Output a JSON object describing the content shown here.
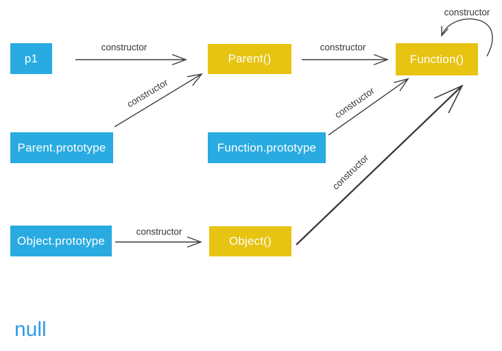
{
  "diagram": {
    "subject": "JavaScript prototype chain constructor diagram",
    "colors": {
      "node_blue": "#29ABE2",
      "node_yellow": "#E7C312",
      "arrow": "#3E3A39",
      "edge_label_text": "#3A3634",
      "null_text": "#2E9BE5",
      "node_text": "#FFFFFF",
      "background": "#FFFFFF"
    },
    "nodes": [
      {
        "id": "p1",
        "label": "p1",
        "color": "blue"
      },
      {
        "id": "parent-fn",
        "label": "Parent()",
        "color": "yellow"
      },
      {
        "id": "function-fn",
        "label": "Function()",
        "color": "yellow"
      },
      {
        "id": "parent-prototype",
        "label": "Parent.prototype",
        "color": "blue"
      },
      {
        "id": "function-prototype",
        "label": "Function.prototype",
        "color": "blue"
      },
      {
        "id": "object-prototype",
        "label": "Object.prototype",
        "color": "blue"
      },
      {
        "id": "object-fn",
        "label": "Object()",
        "color": "yellow"
      }
    ],
    "edges": [
      {
        "from": "p1",
        "to": "Parent()",
        "label": "constructor"
      },
      {
        "from": "Parent.prototype",
        "to": "Parent()",
        "label": "constructor"
      },
      {
        "from": "Parent()",
        "to": "Function()",
        "label": "constructor"
      },
      {
        "from": "Function.prototype",
        "to": "Function()",
        "label": "constructor"
      },
      {
        "from": "Object.prototype",
        "to": "Object()",
        "label": "constructor"
      },
      {
        "from": "Object()",
        "to": "Function()",
        "label": "constructor"
      },
      {
        "from": "Function()",
        "to": "Function()",
        "label": "constructor"
      }
    ],
    "null_label": "null"
  }
}
